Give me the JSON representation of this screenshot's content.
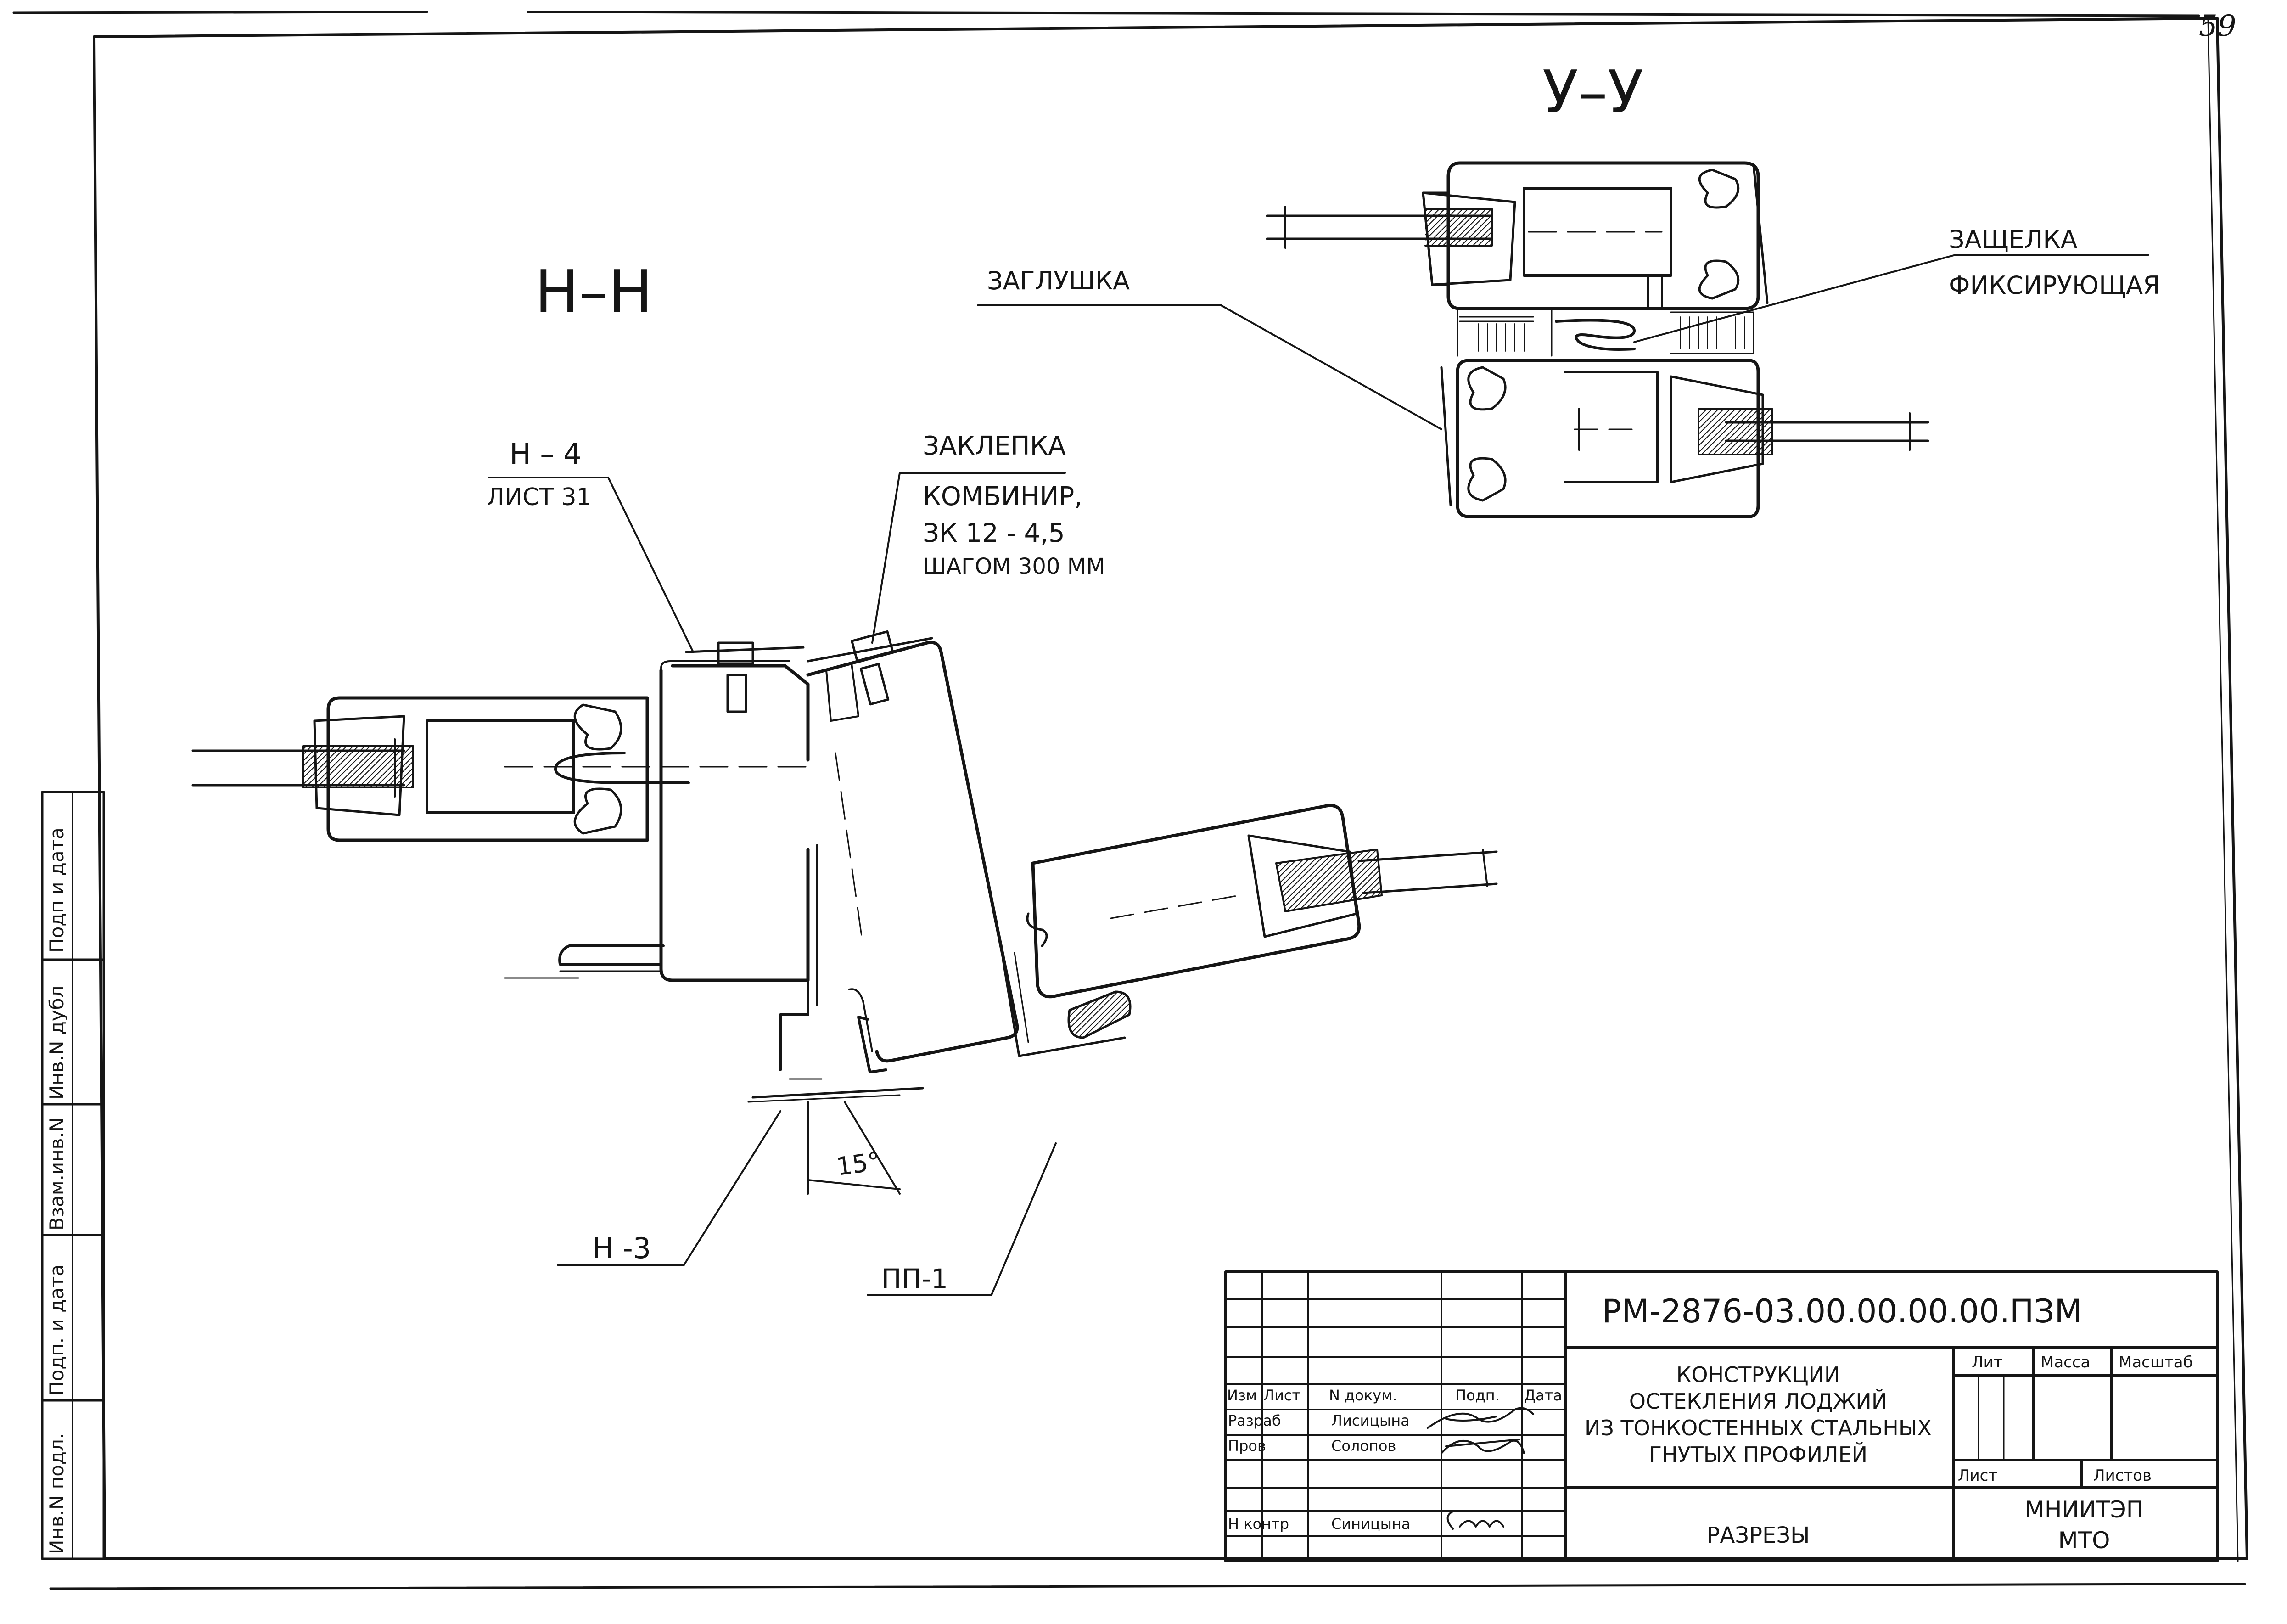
{
  "page_number": "59",
  "sections": {
    "y_y": "У–У",
    "h_h": "Н–Н"
  },
  "labels": {
    "zaglushka": "ЗАГЛУШКА",
    "zashchelka": "ЗАЩЕЛКА",
    "fiksiruyushchaya": "ФИКСИРУЮЩАЯ",
    "h4": "Н – 4",
    "list31": "ЛИСТ 31",
    "zaklepka": "ЗАКЛЕПКА",
    "kombinir": "КОМБИНИР,",
    "zk": "ЗК 12 - 4,5",
    "shagom": "ШАГОМ 300 ММ",
    "h3": "Н -3",
    "pp1": "ПП-1",
    "angle": "15°"
  },
  "side_stamp": [
    "Подп и дата",
    "Инв.N дубл",
    "Взам.инв.N",
    "Подп. и дата",
    "Инв.N подл."
  ],
  "title_block": {
    "designation": "РМ-2876-03.00.00.00.00.ПЗМ",
    "title_lines": [
      "КОНСТРУКЦИИ",
      "ОСТЕКЛЕНИЯ ЛОДЖИЙ",
      "ИЗ ТОНКОСТЕННЫХ СТАЛЬНЫХ",
      "ГНУТЫХ ПРОФИЛЕЙ"
    ],
    "sheet_name": "РАЗРЕЗЫ",
    "organization": [
      "МНИИТЭП",
      "МТО"
    ],
    "header": {
      "izm": "Изм",
      "list": "Лист",
      "n_dokum": "N докум.",
      "podp": "Подп.",
      "data": "Дата"
    },
    "rows": [
      {
        "role": "Разраб",
        "name": "Лисицына"
      },
      {
        "role": "Пров",
        "name": "Солопов"
      },
      {
        "role": "Н контр",
        "name": "Синицына"
      }
    ],
    "lit": "Лит",
    "massa": "Масса",
    "masshtab": "Масштаб",
    "list_label": "Лист",
    "listov": "Листов"
  }
}
